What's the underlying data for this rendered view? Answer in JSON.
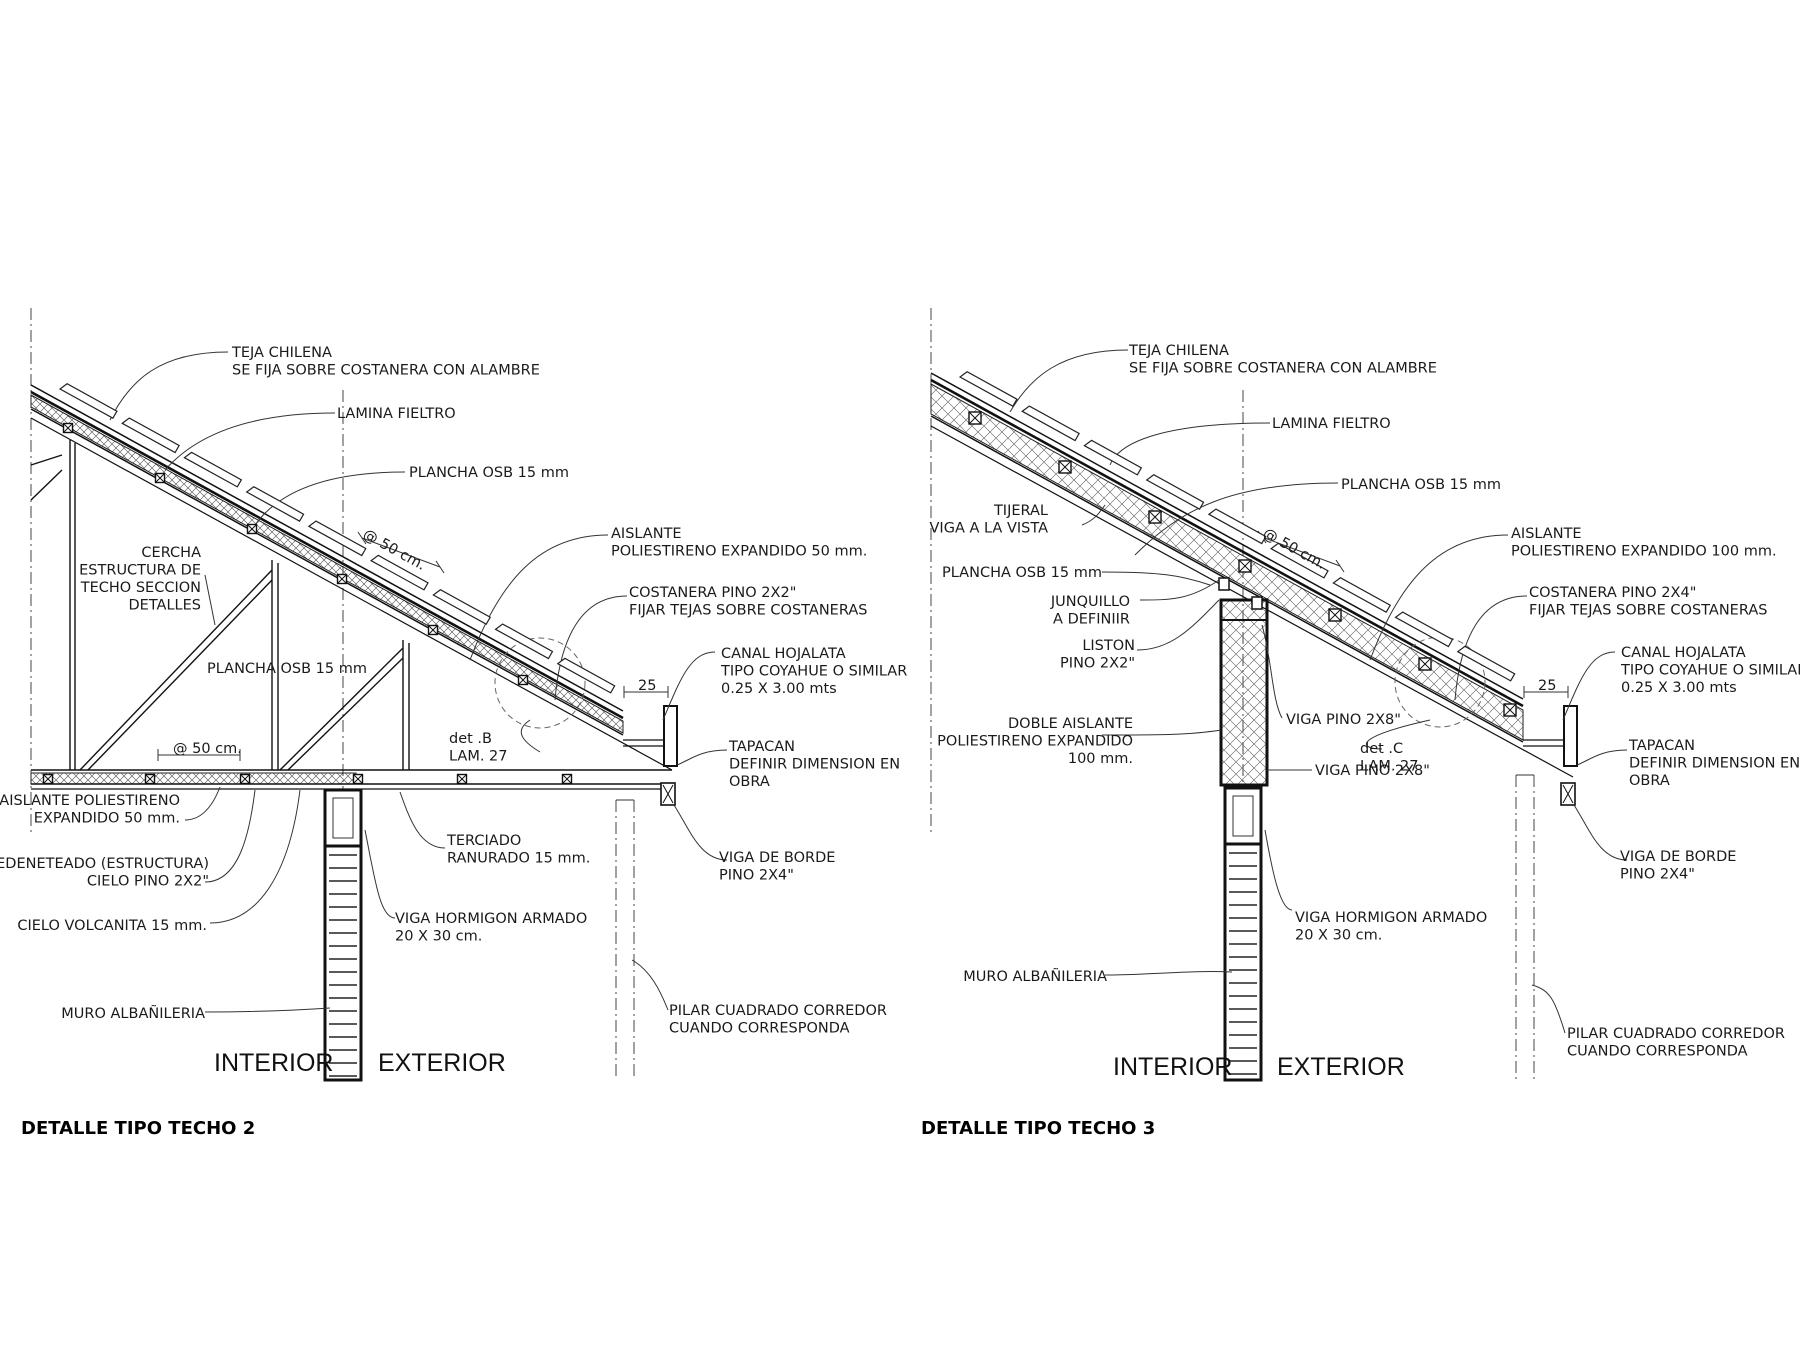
{
  "details": [
    {
      "title": "DETALLE TIPO TECHO 2",
      "room_labels": {
        "interior": "INTERIOR",
        "exterior": "EXTERIOR"
      },
      "spacing_slope": "@ 50 cm.",
      "spacing_ceiling": "@ 50 cm.",
      "dimension": "25",
      "callouts": {
        "teja": [
          "TEJA CHILENA",
          "SE FIJA SOBRE COSTANERA CON ALAMBRE"
        ],
        "lamina": [
          "LAMINA FIELTRO"
        ],
        "osb_top": [
          "PLANCHA OSB 15 mm"
        ],
        "aislante": [
          "AISLANTE",
          "POLIESTIRENO EXPANDIDO 50 mm."
        ],
        "costanera": [
          "COSTANERA PINO 2X2\"",
          "FIJAR TEJAS SOBRE COSTANERAS"
        ],
        "canal": [
          "CANAL HOJALATA",
          "TIPO COYAHUE O SIMILAR",
          "0.25 X 3.00 mts"
        ],
        "tapacan": [
          "TAPACAN",
          "DEFINIR DIMENSION EN",
          "OBRA"
        ],
        "viga_borde": [
          "VIGA DE BORDE",
          "PINO 2X4\""
        ],
        "cercha": [
          "CERCHA",
          "ESTRUCTURA DE",
          "TECHO SECCION",
          "DETALLES"
        ],
        "osb_mid": [
          "PLANCHA OSB 15 mm"
        ],
        "det": [
          "det .B",
          "LAM. 27"
        ],
        "aislante_cielo": [
          "AISLANTE POLIESTIRENO",
          "EXPANDIDO 50 mm."
        ],
        "cedeneteado": [
          "CEDENETEADO (ESTRUCTURA)",
          "CIELO PINO 2X2\""
        ],
        "cielo": [
          "CIELO VOLCANITA 15 mm."
        ],
        "terciado": [
          "TERCIADO",
          "RANURADO 15 mm."
        ],
        "viga_ha": [
          "VIGA HORMIGON ARMADO",
          "20 X 30 cm."
        ],
        "muro": [
          "MURO ALBAÑILERIA"
        ],
        "pilar": [
          "PILAR CUADRADO CORREDOR",
          "CUANDO CORRESPONDA"
        ]
      }
    },
    {
      "title": "DETALLE TIPO TECHO 3",
      "room_labels": {
        "interior": "INTERIOR",
        "exterior": "EXTERIOR"
      },
      "spacing_slope": "@ 50 cm.",
      "dimension": "25",
      "callouts": {
        "teja": [
          "TEJA CHILENA",
          "SE FIJA SOBRE COSTANERA CON ALAMBRE"
        ],
        "lamina": [
          "LAMINA FIELTRO"
        ],
        "osb_top": [
          "PLANCHA OSB 15 mm"
        ],
        "tijeral": [
          "TIJERAL",
          "VIGA A LA VISTA"
        ],
        "aislante": [
          "AISLANTE",
          "POLIESTIRENO EXPANDIDO 100 mm."
        ],
        "osb_left": [
          "PLANCHA OSB 15 mm"
        ],
        "costanera": [
          "COSTANERA PINO 2X4\"",
          "FIJAR TEJAS SOBRE COSTANERAS"
        ],
        "junquillo": [
          "JUNQUILLO",
          "A DEFINIIR"
        ],
        "canal": [
          "CANAL HOJALATA",
          "TIPO COYAHUE O SIMILAR",
          "0.25 X 3.00 mts"
        ],
        "liston": [
          "LISTON",
          "PINO 2X2\""
        ],
        "viga_pino_a": [
          "VIGA PINO 2X8\""
        ],
        "tapacan": [
          "TAPACAN",
          "DEFINIR DIMENSION EN",
          "OBRA"
        ],
        "doble": [
          "DOBLE AISLANTE",
          "POLIESTIRENO EXPANDIDO",
          "100 mm."
        ],
        "det": [
          "det .C",
          "LAM. 27"
        ],
        "viga_pino_b": [
          "VIGA PINO 2X8\""
        ],
        "viga_borde": [
          "VIGA DE BORDE",
          "PINO 2X4\""
        ],
        "viga_ha": [
          "VIGA HORMIGON ARMADO",
          "20 X 30 cm."
        ],
        "muro": [
          "MURO ALBAÑILERIA"
        ],
        "pilar": [
          "PILAR CUADRADO CORREDOR",
          "CUANDO CORRESPONDA"
        ]
      }
    }
  ]
}
